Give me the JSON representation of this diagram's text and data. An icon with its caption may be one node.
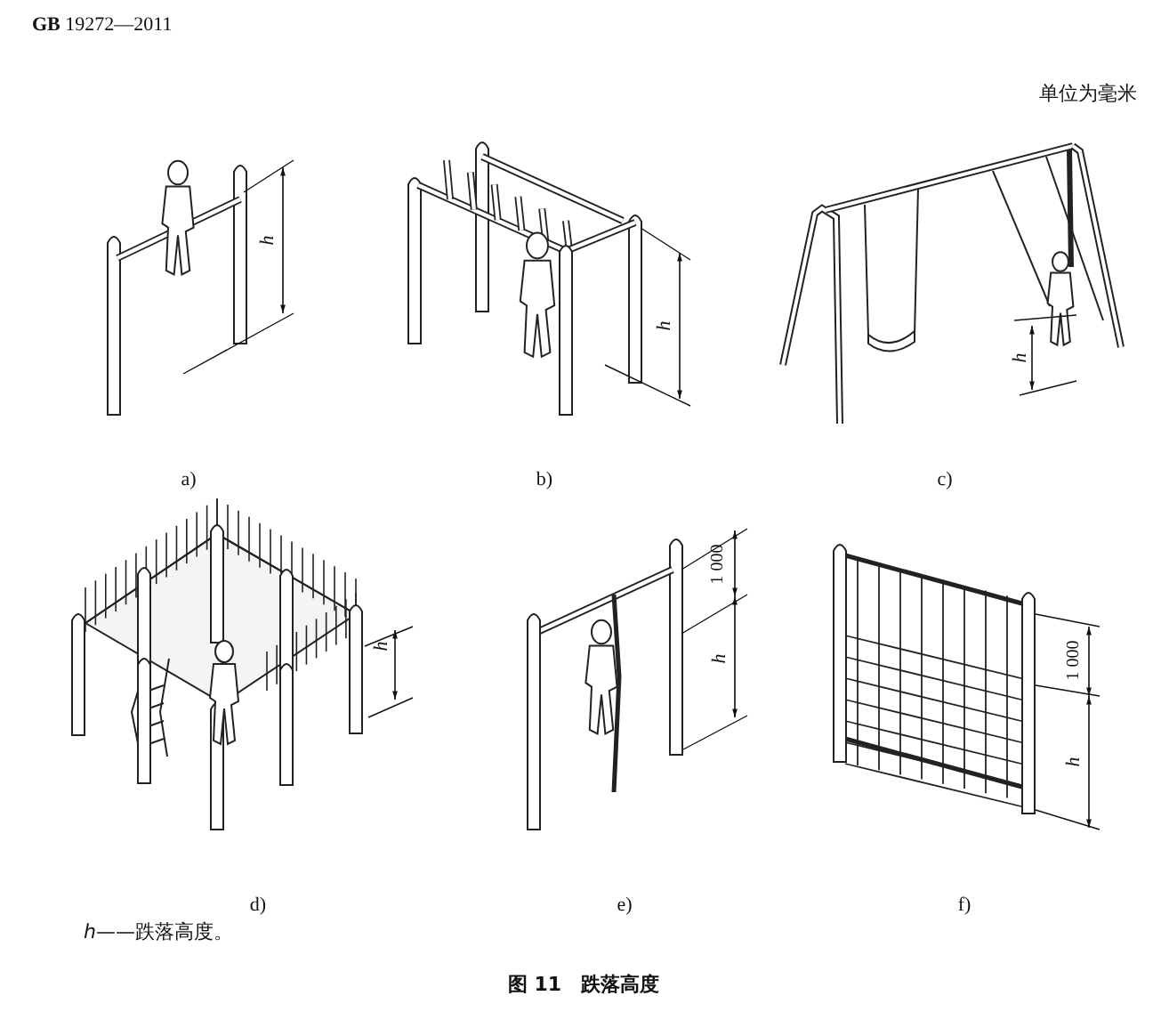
{
  "diagram": {
    "caption": "图 11　跌落高度",
    "labels": [
      "**GB** 19272—2011",
      "单位为毫米",
      "h",
      "a)",
      "h",
      "b)",
      "h",
      "c)",
      "h",
      "d)",
      "1 000",
      "h",
      "e)",
      "1 000",
      "h",
      "f)",
      "*h*——跌落高度。"
    ]
  }
}
